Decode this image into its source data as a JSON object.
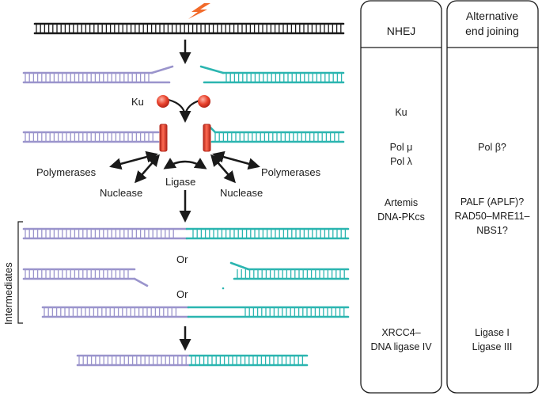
{
  "labels": {
    "ku": "Ku",
    "polymerases_left": "Polymerases",
    "polymerases_right": "Polymerases",
    "nuclease_left": "Nuclease",
    "nuclease_right": "Nuclease",
    "ligase": "Ligase",
    "or_1": "Or",
    "or_2": "Or",
    "intermediates": "Intermediates"
  },
  "columns": {
    "nhej": {
      "title": "NHEJ",
      "items": [
        "Ku",
        "Pol μ",
        "Pol λ",
        "Artemis",
        "DNA-PKcs",
        "XRCC4–",
        "DNA ligase IV"
      ]
    },
    "alt": {
      "title_line1": "Alternative",
      "title_line2": "end joining",
      "items": [
        "Pol β?",
        "PALF (APLF)?",
        "RAD50–MRE11–",
        "NBS1?",
        "Ligase I",
        "Ligase III"
      ]
    }
  },
  "colors": {
    "purple_strand": "#9a94cc",
    "teal_strand": "#2bb5b0",
    "black_strand": "#1a1a1a",
    "ku_red": "#e8412b",
    "ku_dark": "#b3261a",
    "lightning": "#f26a2a"
  }
}
